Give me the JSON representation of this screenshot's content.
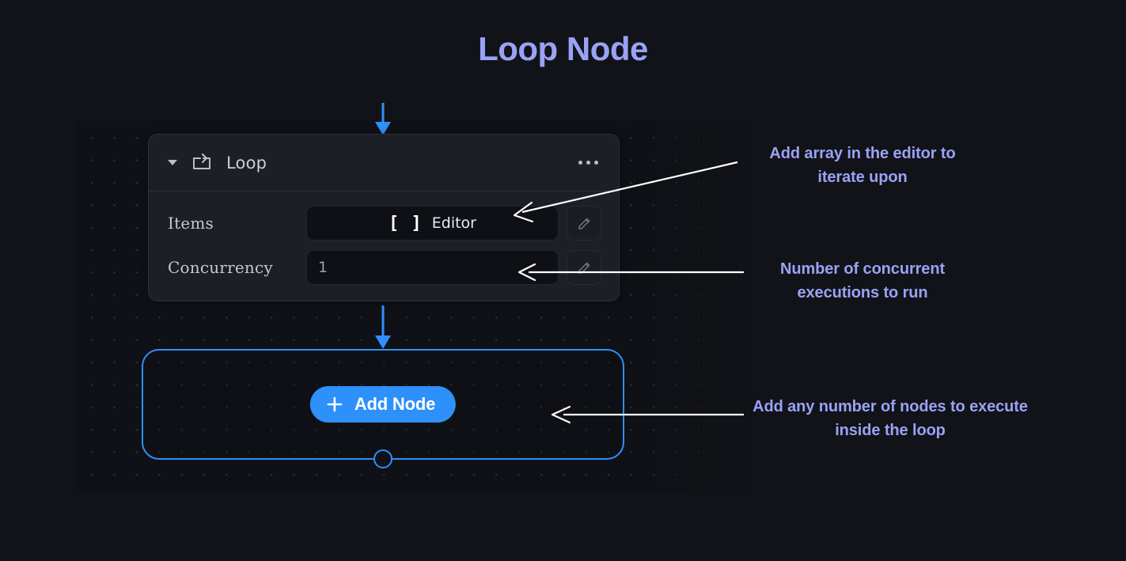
{
  "page": {
    "title": "Loop Node",
    "title_color": "#9aa2f6",
    "background_color": "#111318",
    "accent_color": "#2e90fa"
  },
  "node": {
    "title": "Loop",
    "type_icon": "loop-repeat-icon",
    "collapse_icon": "chevron-down-icon",
    "menu_icon": "ellipsis-icon",
    "fields": [
      {
        "label": "Items",
        "value": "Editor",
        "prefix": "[ ]",
        "align": "center",
        "edit_icon": "pencil-icon"
      },
      {
        "label": "Concurrency",
        "value": "1",
        "prefix": "",
        "align": "left",
        "edit_icon": "pencil-icon"
      }
    ]
  },
  "loop_container": {
    "add_node_label": "Add Node",
    "add_node_icon": "plus-icon",
    "handle_icon": "connection-handle-circle",
    "border_color": "#2e90fa"
  },
  "connectors": [
    {
      "name": "top-inbound-arrow",
      "icon": "arrow-down-icon"
    },
    {
      "name": "node-to-loop-arrow",
      "icon": "arrow-down-icon"
    }
  ],
  "annotations": [
    {
      "name": "annotation-items",
      "text": "Add array in the editor to iterate upon",
      "line": "leader-line-items"
    },
    {
      "name": "annotation-concurrency",
      "text": "Number of concurrent executions to run",
      "line": "leader-line-concurrency"
    },
    {
      "name": "annotation-addnode",
      "text": "Add any number of nodes to execute inside the loop",
      "line": "leader-line-addnode"
    }
  ]
}
